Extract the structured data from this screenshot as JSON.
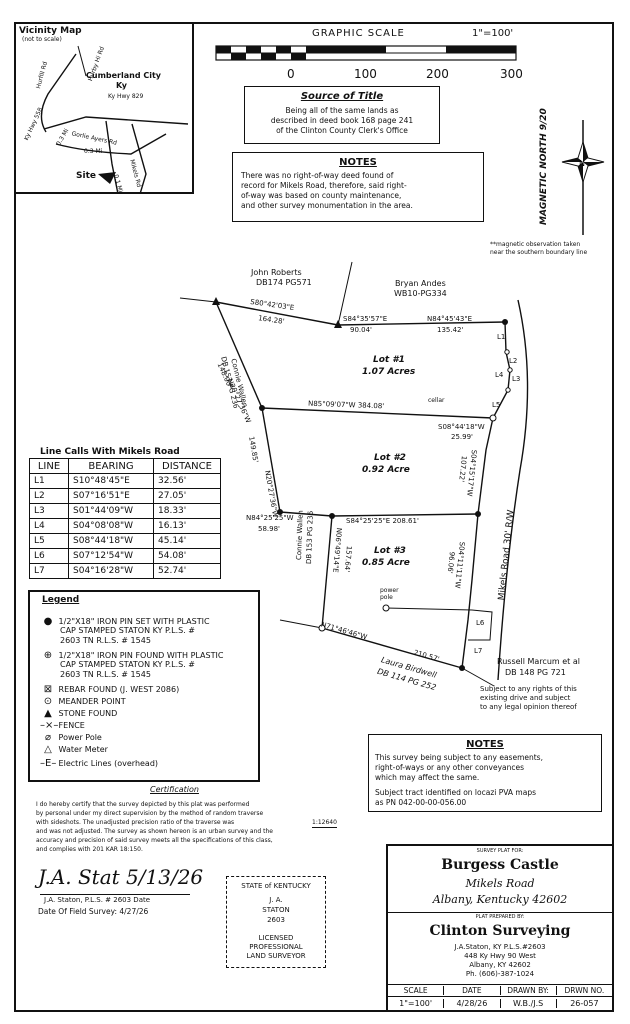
{
  "vicinity": {
    "title": "Vicinity Map",
    "subtitle": "(not to scale)",
    "town": "Cumberland City",
    "state": "Ky",
    "road1": "Ky Hwy 829",
    "road2": "Ky Hwy 558",
    "road3": "Gorlie Ayers Rd",
    "road4": "Mikels Rd",
    "road5": "Hurby Hi Rd",
    "road6": "Hurfill Rd",
    "dist1": "0.3 Mi",
    "dist2": "0.3 Mi",
    "dist3": "0.1 Mi",
    "site": "Site"
  },
  "scale": {
    "title": "GRAPHIC SCALE",
    "ratio": "1\"=100'",
    "ticks": [
      "0",
      "100",
      "200",
      "300"
    ]
  },
  "source_of_title": {
    "heading": "Source of Title",
    "lines": [
      "Being all of the same lands as",
      "described in deed book 168 page 241",
      "of the Clinton County Clerk's Office"
    ]
  },
  "notes_top": {
    "heading": "NOTES",
    "lines": [
      "There was no right-of-way deed found of",
      "record for Mikels Road, therefore, said right-",
      "of-way was based on county maintenance,",
      "and other survey monumentation in the area."
    ]
  },
  "north": {
    "label": "MAGNETIC NORTH 9/20",
    "note_lines": [
      "**magnetic observation taken",
      "near the southern boundary line"
    ]
  },
  "plat": {
    "owner1_name": "John Roberts",
    "owner1_deed": "DB174 PG571",
    "owner2_name": "Bryan Andes",
    "owner2_deed": "WB10-PG334",
    "call_n1": "S80°42'03\"E",
    "call_n1_dist": "164.28'",
    "call_n2": "S84°35'57\"E",
    "call_n2_dist": "90.04'",
    "call_n3": "N84°45'43\"E",
    "call_n3_dist": "135.42'",
    "lot1": "Lot #1",
    "lot1_area": "1.07 Acres",
    "lot2": "Lot #2",
    "lot2_area": "0.92 Acre",
    "lot3": "Lot #3",
    "lot3_area": "0.85 Acre",
    "call_mid1": "N85°09'07\"W 384.08'",
    "call_cellar": "cellar",
    "call_right1": "S08°44'18\"W",
    "call_right1_dist": "25.99'",
    "call_left1": "N20°27'36\"W",
    "call_left1_dist": "148.00'",
    "call_left2": "N20°27'36\"W",
    "call_left2_dist": "149.85'",
    "left_owner_1": "Connie Wallen",
    "left_owner_1_deed": "DB 153 PG 236",
    "call_sw": "N84°25'25\"W",
    "call_sw_dist": "58.98'",
    "call_mid2": "S84°25'25\"E 208.61'",
    "call_r2": "S04°15'17\"W",
    "call_r2_dist": "107.22'",
    "call_r3": "S04°11'11\"W",
    "call_r3_dist": "96.06'",
    "call_inner": "N06°49'14\"E",
    "call_inner_dist": "157.64'",
    "left_owner_2": "Connie Wallen",
    "left_owner_2_deed": "DB 153 PG 236",
    "call_bottom": "N71°46'46\"W",
    "call_bottom_dist": "210.57'",
    "bottom_owner": "Laura Birdwell",
    "bottom_owner_deed": "DB 114 PG 252",
    "power_pole": "power pole",
    "road_label": "Mikels Road  30' R/W",
    "l_labels": [
      "L1",
      "L2",
      "L3",
      "L4",
      "L5",
      "L6",
      "L7"
    ],
    "right_owner": "Russell Marcum et al",
    "right_owner_deed": "DB 148 PG 721",
    "subject_lines": [
      "Subject to any rights of this",
      "existing drive and subject",
      "to any legal opinion thereof"
    ]
  },
  "line_calls": {
    "title": "Line Calls With Mikels Road",
    "headers": [
      "LINE",
      "BEARING",
      "DISTANCE"
    ],
    "rows": [
      [
        "L1",
        "S10°48'45\"E",
        "32.56'"
      ],
      [
        "L2",
        "S07°16'51\"E",
        "27.05'"
      ],
      [
        "L3",
        "S01°44'09\"W",
        "18.33'"
      ],
      [
        "L4",
        "S04°08'08\"W",
        "16.13'"
      ],
      [
        "L5",
        "S08°44'18\"W",
        "45.14'"
      ],
      [
        "L6",
        "S07°12'54\"W",
        "54.08'"
      ],
      [
        "L7",
        "S04°16'28\"W",
        "52.74'"
      ]
    ]
  },
  "legend": {
    "title": "Legend",
    "items": [
      {
        "sym": "●",
        "text": [
          "1/2\"X18\" IRON PIN SET WITH PLASTIC",
          "CAP STAMPED STATON KY P.L.S. #",
          "2603 TN R.L.S. # 1545"
        ]
      },
      {
        "sym": "⊕",
        "text": [
          "1/2\"X18\" IRON PIN FOUND WITH PLASTIC",
          "CAP STAMPED STATON KY P.L.S. #",
          "2603 TN R.L.S. # 1545"
        ]
      },
      {
        "sym": "⊠",
        "text": [
          "REBAR FOUND (J. WEST 2086)"
        ]
      },
      {
        "sym": "⊙",
        "text": [
          "MEANDER POINT"
        ]
      },
      {
        "sym": "▲",
        "text": [
          "STONE FOUND"
        ]
      },
      {
        "sym": "–×–",
        "text": [
          "FENCE"
        ]
      },
      {
        "sym": "⌀",
        "text": [
          "Power Pole"
        ]
      },
      {
        "sym": "△",
        "text": [
          "Water Meter"
        ]
      },
      {
        "sym": "–E–",
        "text": [
          "Electric Lines (overhead)"
        ]
      }
    ]
  },
  "notes_bottom": {
    "heading": "NOTES",
    "lines": [
      "This survey being subject to any easements,",
      "right-of-ways or any other conveyances",
      "which may affect the same."
    ],
    "lines2": [
      "Subject tract identified on locazi PVA maps",
      "as PN 042-00-00-056.00"
    ]
  },
  "certification": {
    "heading": "Certification",
    "lines": [
      "I do hereby certify that the survey depicted by this plat was performed",
      "by personal under my direct supervision by the method of random traverse",
      "with sideshots. The unadjusted precision ratio of the traverse was",
      "and was not adjusted. The survey as shown hereon is an urban survey and the",
      "accuracy and precision of said survey meets all the specifications of this class,",
      "and complies with 201 KAR 18:150."
    ],
    "ratio": "1:12640",
    "signature": "J.A. Stat 5/13/26",
    "signer": "J.A. Staton, P.L.S. # 2603  Date",
    "field_date": "Date Of Field Survey: 4/27/26"
  },
  "seal": {
    "state": "STATE of KENTUCKY",
    "name": "J. A.",
    "surname": "STATON",
    "number": "2603",
    "l1": "LICENSED",
    "l2": "PROFESSIONAL",
    "l3": "LAND SURVEYOR"
  },
  "title_block": {
    "plat_for": "SURVEY PLAT FOR:",
    "client": "Burgess Castle",
    "road": "Mikels Road",
    "city": "Albany, Kentucky 42602",
    "prepared_by": "PLAT PREPARED BY:",
    "company": "Clinton Surveying",
    "c1": "J.A.Staton, KY P.L.S.#2603",
    "c2": "448 Ky Hwy 90 West",
    "c3": "Albany, KY 42602",
    "c4": "Ph. (606)-387-1024",
    "headers": [
      "SCALE",
      "DATE",
      "DRAWN BY:",
      "DRWN NO."
    ],
    "values": [
      "1\"=100'",
      "4/28/26",
      "W.B./J.S",
      "26-057"
    ]
  }
}
